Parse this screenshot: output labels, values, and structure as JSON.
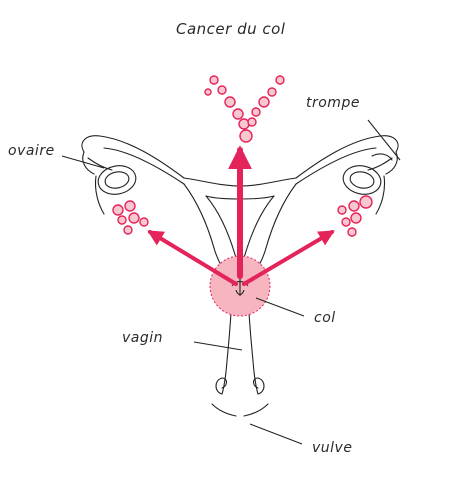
{
  "diagram": {
    "title": "Cancer du col",
    "labels": {
      "ovary": "ovaire",
      "tube": "trompe",
      "cervix": "col",
      "vagina": "vagin",
      "vulva": "vulve"
    },
    "colors": {
      "accent": "#e4235a",
      "tumor_fill": "#f6b5bf",
      "node_fill": "#f9c8cf",
      "line": "#222222"
    }
  }
}
